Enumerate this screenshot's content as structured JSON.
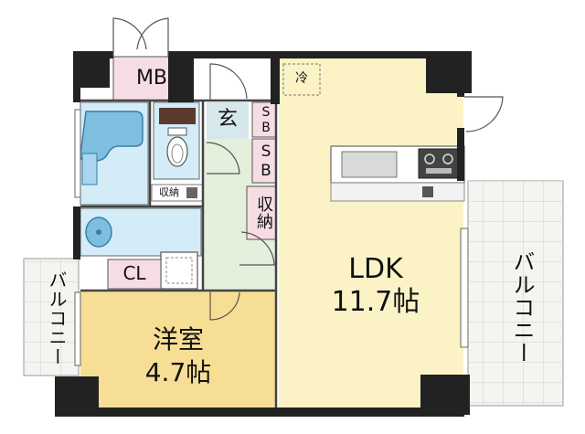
{
  "rooms": {
    "ldk_name": "LDK",
    "ldk_size": "11.7帖",
    "western_name": "洋室",
    "western_size": "4.7帖",
    "mb": "MB",
    "entrance": "玄",
    "sb_upper": "SB",
    "sb_lower": "SB",
    "storage": "収納",
    "storage_small": "収納",
    "closet": "CL",
    "balcony_left": "バルコニー",
    "balcony_right": "バルコニー",
    "fridge": "冷"
  },
  "colors": {
    "wall": "#222222",
    "ldk_floor": "#fbf3c6",
    "western_floor": "#f7de95",
    "wet_area": "#d3ecf8",
    "mb_box": "#f6dde3",
    "corridor": "#e4f0dc",
    "entrance_box": "#d6e8ec",
    "balcony": "#f4f4f0"
  }
}
